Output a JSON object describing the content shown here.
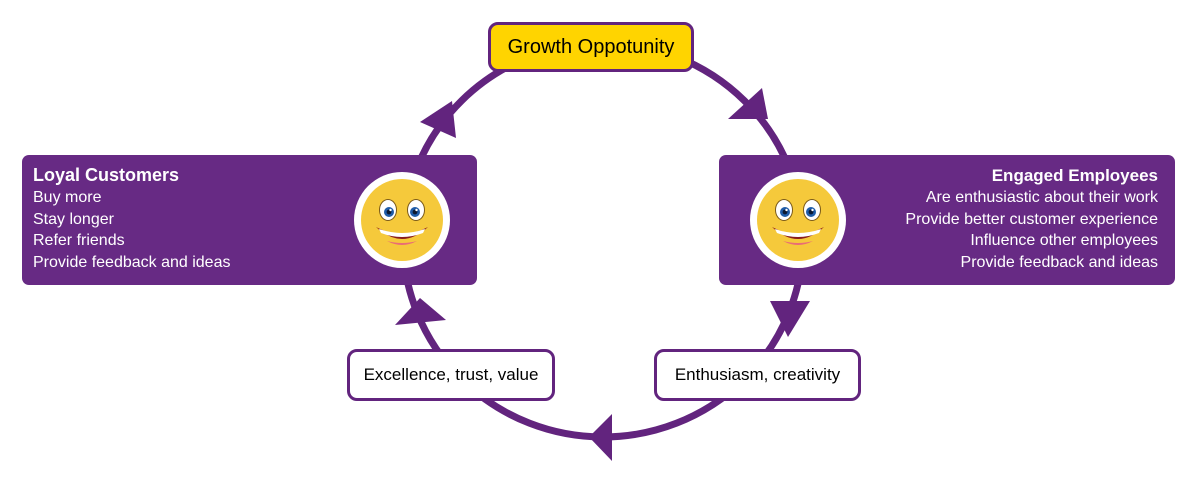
{
  "diagram": {
    "top_node": "Growth Oppotunity",
    "bottom_left_node": "Excellence, trust, value",
    "bottom_right_node": "Enthusiasm, creativity",
    "left_panel": {
      "title": "Loyal Customers",
      "items": [
        "Buy more",
        "Stay longer",
        "Refer friends",
        "Provide feedback and ideas"
      ]
    },
    "right_panel": {
      "title": "Engaged Employees",
      "items": [
        "Are enthusiastic about their work",
        "Provide better customer experience",
        "Influence other employees",
        "Provide feedback and ideas"
      ]
    },
    "icons": {
      "left_panel_icon": "smiley-face-icon",
      "right_panel_icon": "smiley-face-icon",
      "cycle_arrows": "arrowhead-icon"
    },
    "colors": {
      "purple": "#672a84",
      "ring": "#62247e",
      "yellow": "#ffd400",
      "white": "#ffffff"
    }
  }
}
